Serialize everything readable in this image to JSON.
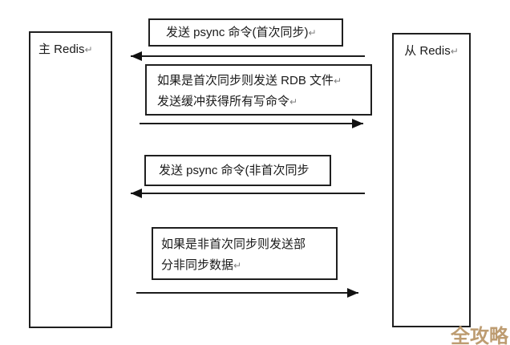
{
  "diagram": {
    "actors": {
      "master": {
        "label": "主 Redis",
        "mark": "↵"
      },
      "slave": {
        "label": "从 Redis",
        "mark": "↵"
      }
    },
    "messages": [
      {
        "direction": "to-master",
        "lines": [
          {
            "text": "发送 psync 命令(首次同步)",
            "mark": "↵"
          }
        ]
      },
      {
        "direction": "to-slave",
        "lines": [
          {
            "text": "如果是首次同步则发送 RDB 文件",
            "mark": "↵"
          },
          {
            "text": "发送缓冲获得所有写命令",
            "mark": "↵"
          }
        ]
      },
      {
        "direction": "to-master",
        "lines": [
          {
            "text": "发送 psync 命令(非首次同步",
            "mark": ""
          }
        ]
      },
      {
        "direction": "to-slave",
        "lines": [
          {
            "text": "如果是非首次同步则发送部",
            "mark": ""
          },
          {
            "text": "分非同步数据",
            "mark": "↵"
          }
        ]
      }
    ],
    "watermark": {
      "text": "全攻略",
      "color": "#bd9c71"
    },
    "colors": {
      "line": "#1c1c1c",
      "background": "#ffffff"
    }
  }
}
